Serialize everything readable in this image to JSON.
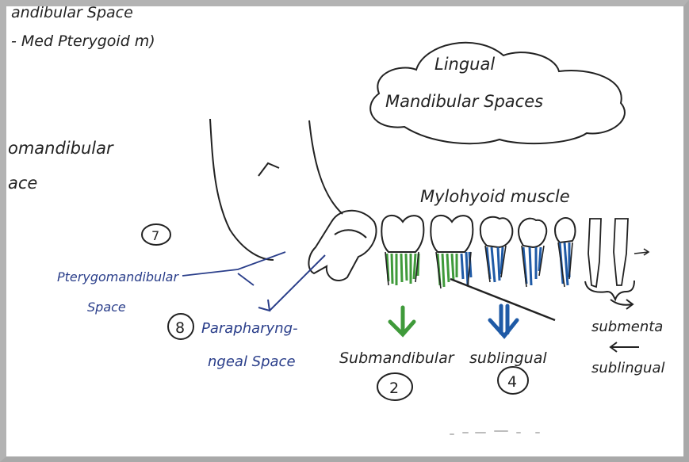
{
  "notes": {
    "line1": "andibular Space",
    "line2": "- Med Pterygoid m)",
    "line3": "omandibular",
    "line4": "ace"
  },
  "cloud_title": {
    "line1": "Lingual",
    "line2": "Mandibular Spaces"
  },
  "muscle_label": "Mylohyoid muscle",
  "markers": {
    "m7": "7",
    "m8": "8",
    "m2": "2",
    "m4": "4"
  },
  "left_labels": {
    "pterygo_line1": "Pterygomandibular",
    "pterygo_line2": "Space",
    "para_line1": "Parapharyng-",
    "para_line2": "ngeal Space"
  },
  "space_labels": {
    "submandibular": "Submandibular",
    "sublingual": "sublingual"
  },
  "right_labels": {
    "submental": "submenta",
    "sublingual_right": "sublingual"
  },
  "colors": {
    "ink": "#222222",
    "blue_ink": "#2a3e8a",
    "green": "#3f9a3a",
    "blue": "#1f5aa6",
    "frame": "#b3b3b3"
  }
}
